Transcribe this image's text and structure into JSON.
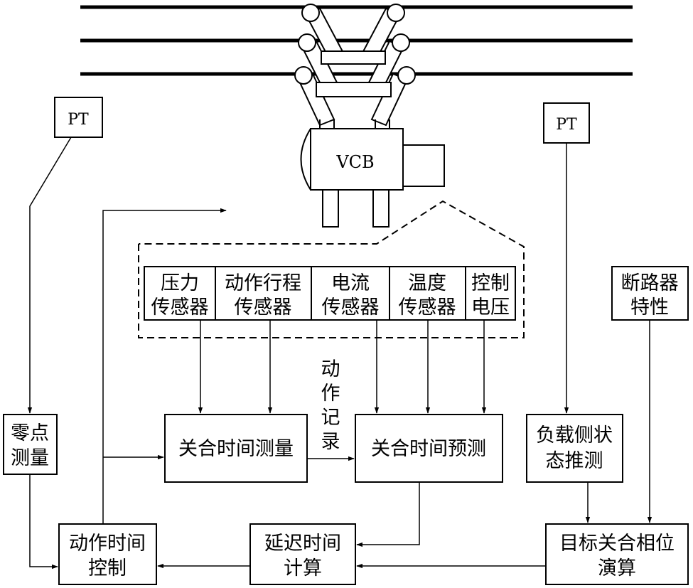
{
  "diagram": {
    "pt_left": "PT",
    "pt_right": "PT",
    "vcb": "VCB",
    "sensors": [
      {
        "id": "pressure",
        "lines": [
          "压力",
          "传感器"
        ]
      },
      {
        "id": "stroke",
        "lines": [
          "动作行程",
          "传感器"
        ]
      },
      {
        "id": "current",
        "lines": [
          "电流",
          "传感器"
        ]
      },
      {
        "id": "temperature",
        "lines": [
          "温度",
          "传感器"
        ]
      },
      {
        "id": "control-voltage",
        "lines": [
          "控制",
          "电压"
        ]
      }
    ],
    "breaker_char": [
      "断路器",
      "特性"
    ],
    "zero_measure": [
      "零点",
      "测量"
    ],
    "close_time_measure": "关合时间测量",
    "action_record": [
      "动",
      "作",
      "记",
      "录"
    ],
    "close_time_predict": "关合时间预测",
    "load_side": [
      "负载侧状",
      "态推测"
    ],
    "action_time_ctrl": [
      "动作时间",
      "控制"
    ],
    "delay_calc": [
      "延迟时间",
      "计算"
    ],
    "target_phase": [
      "目标关合相位",
      "演算"
    ]
  },
  "colors": {
    "line": "#000000",
    "background": "#ffffff"
  }
}
